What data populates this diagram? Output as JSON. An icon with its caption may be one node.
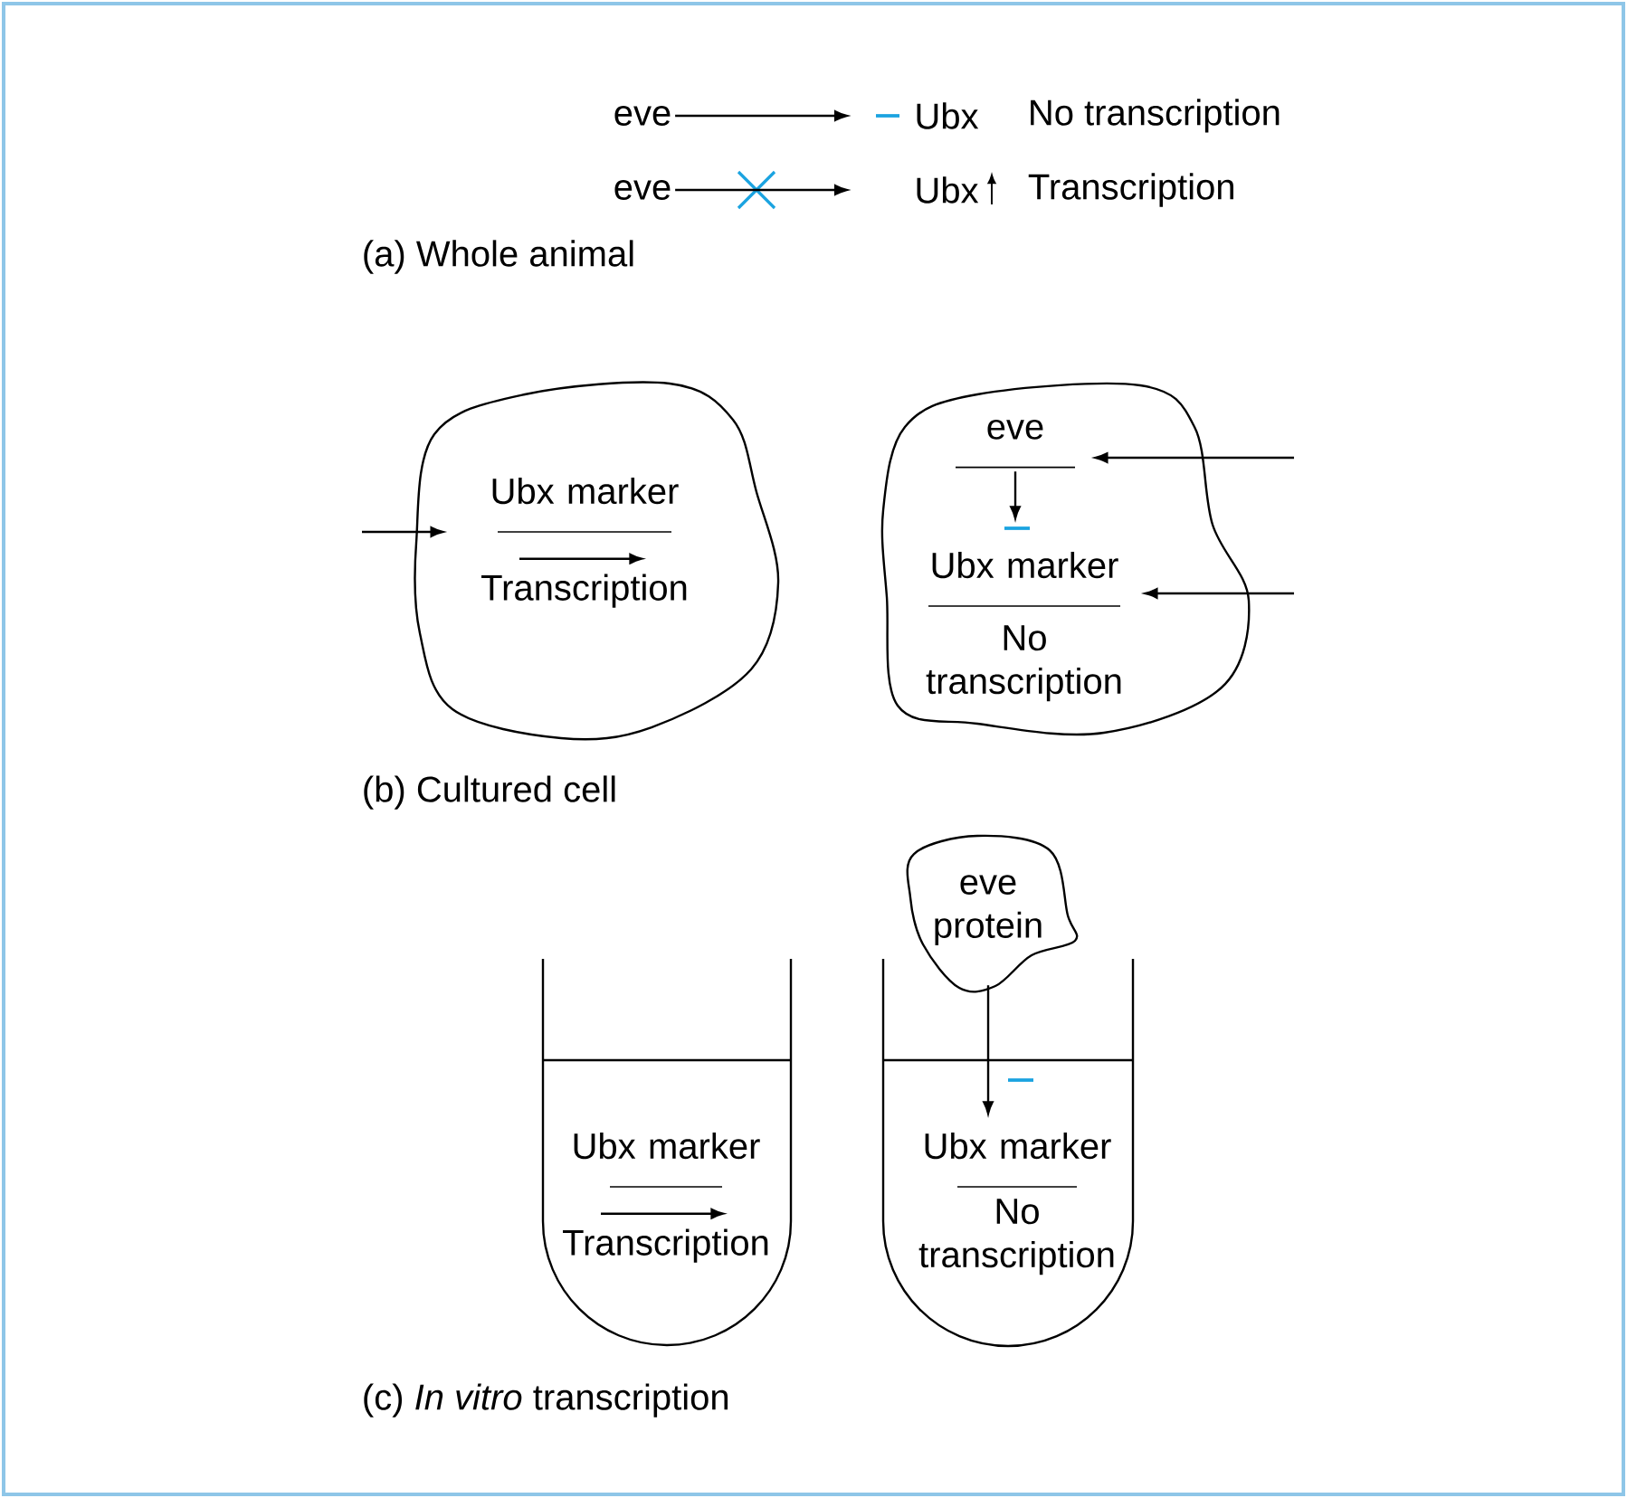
{
  "diagram": {
    "nodes": [
      {
        "text": [
          "eve"
        ]
      },
      {
        "text": [
          "Ubx"
        ]
      },
      {
        "text": [
          "eve"
        ]
      },
      {
        "text": [
          "Ubx"
        ]
      },
      {
        "text": [
          "Ubx marker",
          "Transcription"
        ]
      },
      {
        "text": [],
        "shape": "cloud"
      },
      {
        "text": [
          "eve"
        ],
        "in": 5
      },
      {
        "text": [
          "Ubx marker",
          "No transcription"
        ],
        "in": 5
      },
      {
        "text": [
          "Ubx marker",
          "Transcription"
        ]
      },
      {
        "text": [
          "eve protein"
        ]
      },
      {
        "text": [
          "Ubx marker",
          "No transcription"
        ]
      }
    ],
    "edges": [
      {
        "from": 0,
        "to": 1,
        "arrow": "to"
      },
      {
        "from": 2,
        "to": 3,
        "arrow": "to"
      },
      {
        "from": null,
        "to": 4,
        "arrow": "to"
      },
      {
        "from": null,
        "to": 6,
        "arrow": "to"
      },
      {
        "from": null,
        "to": 7,
        "arrow": "to"
      },
      {
        "from": 6,
        "to": 7,
        "arrow": "to"
      },
      {
        "from": 9,
        "to": 10,
        "arrow": "to"
      }
    ],
    "labels": [
      "No transcription",
      "Transcription",
      "(a) Whole animal",
      "(b) Cultured cell",
      "(c) *In vitro* transcription"
    ]
  }
}
